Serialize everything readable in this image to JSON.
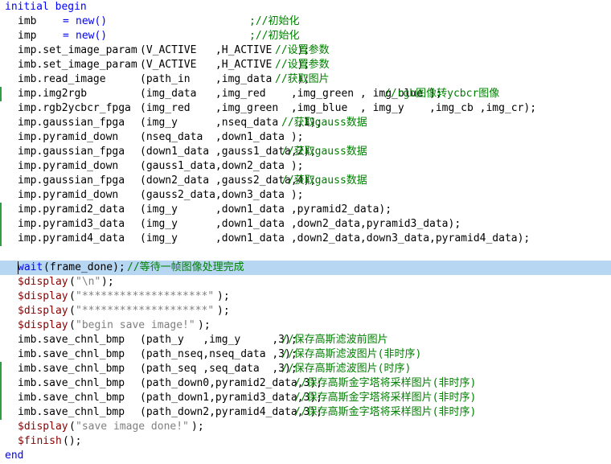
{
  "editor": {
    "lines": [
      {
        "segments": [
          {
            "t": "initial begin",
            "c": "kw",
            "col": 0
          }
        ]
      },
      {
        "segments": [
          {
            "t": "imb",
            "c": "",
            "col": 2
          },
          {
            "t": "=",
            "c": "kw",
            "col": 9
          },
          {
            "t": "new()",
            "c": "kw",
            "col": 11
          },
          {
            "t": ";//初始化",
            "c": "cm",
            "col": 38
          }
        ]
      },
      {
        "segments": [
          {
            "t": "imp",
            "c": "",
            "col": 2
          },
          {
            "t": "=",
            "c": "kw",
            "col": 9
          },
          {
            "t": "new()",
            "c": "kw",
            "col": 11
          },
          {
            "t": ";//初始化",
            "c": "cm",
            "col": 38
          }
        ]
      },
      {
        "segments": [
          {
            "t": "imp.set_image_param",
            "c": "",
            "col": 2
          },
          {
            "t": "(V_ACTIVE   ,H_ACTIVE    );",
            "c": "",
            "col": 21
          },
          {
            "t": "//设置参数",
            "c": "cm",
            "col": 42
          }
        ]
      },
      {
        "segments": [
          {
            "t": "imb.set_image_param",
            "c": "",
            "col": 2
          },
          {
            "t": "(V_ACTIVE   ,H_ACTIVE    );",
            "c": "",
            "col": 21
          },
          {
            "t": "//设置参数",
            "c": "cm",
            "col": 42
          }
        ]
      },
      {
        "segments": [
          {
            "t": "imb.read_image",
            "c": "",
            "col": 2
          },
          {
            "t": "(path_in    ,img_data    );",
            "c": "",
            "col": 21
          },
          {
            "t": "//获取图片",
            "c": "cm",
            "col": 42
          }
        ]
      },
      {
        "segments": [
          {
            "t": "imp.img2rgb",
            "c": "",
            "col": 2
          },
          {
            "t": "(img_data   ,img_red    ,img_green , img_blue );",
            "c": "",
            "col": 21
          },
          {
            "t": "//rgb图像转ycbcr图像",
            "c": "cm",
            "col": 59
          }
        ]
      },
      {
        "segments": [
          {
            "t": "imp.rgb2ycbcr_fpga",
            "c": "",
            "col": 2
          },
          {
            "t": "(img_red    ,img_green  ,img_blue  , img_y    ,img_cb ,img_cr);",
            "c": "",
            "col": 21
          }
        ]
      },
      {
        "segments": [
          {
            "t": "imp.gaussian_fpga",
            "c": "",
            "col": 2
          },
          {
            "t": "(img_y      ,nseq_data   ,1);",
            "c": "",
            "col": 21
          },
          {
            "t": "//获取gauss数据",
            "c": "cm",
            "col": 43
          }
        ]
      },
      {
        "segments": [
          {
            "t": "imp.pyramid_down",
            "c": "",
            "col": 2
          },
          {
            "t": "(nseq_data  ,down1_data );",
            "c": "",
            "col": 21
          }
        ]
      },
      {
        "segments": [
          {
            "t": "imp.gaussian_fpga",
            "c": "",
            "col": 2
          },
          {
            "t": "(down1_data ,gauss1_data,2);",
            "c": "",
            "col": 21
          },
          {
            "t": "//获取gauss数据",
            "c": "cm",
            "col": 43
          }
        ]
      },
      {
        "segments": [
          {
            "t": "imp.pyramid_down",
            "c": "",
            "col": 2
          },
          {
            "t": "(gauss1_data,down2_data );",
            "c": "",
            "col": 21
          }
        ]
      },
      {
        "segments": [
          {
            "t": "imp.gaussian_fpga",
            "c": "",
            "col": 2
          },
          {
            "t": "(down2_data ,gauss2_data,4);",
            "c": "",
            "col": 21
          },
          {
            "t": "//获取gauss数据",
            "c": "cm",
            "col": 43
          }
        ]
      },
      {
        "segments": [
          {
            "t": "imp.pyramid_down",
            "c": "",
            "col": 2
          },
          {
            "t": "(gauss2_data,down3_data );",
            "c": "",
            "col": 21
          }
        ]
      },
      {
        "segments": [
          {
            "t": "imp.pyramid2_data",
            "c": "",
            "col": 2
          },
          {
            "t": "(img_y      ,down1_data ,pyramid2_data);",
            "c": "",
            "col": 21
          }
        ]
      },
      {
        "segments": [
          {
            "t": "imp.pyramid3_data",
            "c": "",
            "col": 2
          },
          {
            "t": "(img_y      ,down1_data ,down2_data,pyramid3_data);",
            "c": "",
            "col": 21
          }
        ]
      },
      {
        "segments": [
          {
            "t": "imp.pyramid4_data",
            "c": "",
            "col": 2
          },
          {
            "t": "(img_y      ,down1_data ,down2_data,down3_data,pyramid4_data);",
            "c": "",
            "col": 21
          }
        ]
      },
      {
        "segments": []
      },
      {
        "segments": [
          {
            "t": "wait",
            "c": "kw",
            "col": 2
          },
          {
            "t": "(frame_done);",
            "c": "",
            "col": 6
          },
          {
            "t": "//等待一帧图像处理完成",
            "c": "cm",
            "col": 19
          }
        ],
        "highlight": true
      },
      {
        "segments": [
          {
            "t": "$display",
            "c": "sys",
            "col": 2
          },
          {
            "t": "(",
            "c": "",
            "col": 10
          },
          {
            "t": "\"\\n\"",
            "c": "st",
            "col": 11
          },
          {
            "t": ");",
            "c": "",
            "col": 15
          }
        ]
      },
      {
        "segments": [
          {
            "t": "$display",
            "c": "sys",
            "col": 2
          },
          {
            "t": "(",
            "c": "",
            "col": 10
          },
          {
            "t": "\"********************\"",
            "c": "st",
            "col": 11
          },
          {
            "t": ");",
            "c": "",
            "col": 33
          }
        ]
      },
      {
        "segments": [
          {
            "t": "$display",
            "c": "sys",
            "col": 2
          },
          {
            "t": "(",
            "c": "",
            "col": 10
          },
          {
            "t": "\"********************\"",
            "c": "st",
            "col": 11
          },
          {
            "t": ");",
            "c": "",
            "col": 33
          }
        ]
      },
      {
        "segments": [
          {
            "t": "$display",
            "c": "sys",
            "col": 2
          },
          {
            "t": "(",
            "c": "",
            "col": 10
          },
          {
            "t": "\"begin save image!\"",
            "c": "st",
            "col": 11
          },
          {
            "t": ");",
            "c": "",
            "col": 30
          }
        ]
      },
      {
        "segments": [
          {
            "t": "imb.save_chnl_bmp",
            "c": "",
            "col": 2
          },
          {
            "t": "(path_y   ,img_y     ,3);",
            "c": "",
            "col": 21
          },
          {
            "t": "//保存高斯滤波前图片",
            "c": "cm",
            "col": 43
          }
        ]
      },
      {
        "segments": [
          {
            "t": "imb.save_chnl_bmp",
            "c": "",
            "col": 2
          },
          {
            "t": "(path_nseq,nseq_data ,3);",
            "c": "",
            "col": 21
          },
          {
            "t": "//保存高斯滤波图片(非时序)",
            "c": "cm",
            "col": 43
          }
        ]
      },
      {
        "segments": [
          {
            "t": "imb.save_chnl_bmp",
            "c": "",
            "col": 2
          },
          {
            "t": "(path_seq ,seq_data  ,3);",
            "c": "",
            "col": 21
          },
          {
            "t": "//保存高斯滤波图片(时序)",
            "c": "cm",
            "col": 43
          }
        ]
      },
      {
        "segments": [
          {
            "t": "imb.save_chnl_bmp",
            "c": "",
            "col": 2
          },
          {
            "t": "(path_down0,pyramid2_data,3);",
            "c": "",
            "col": 21
          },
          {
            "t": "//保存高斯金字塔将采样图片(非时序)",
            "c": "cm",
            "col": 45
          }
        ]
      },
      {
        "segments": [
          {
            "t": "imb.save_chnl_bmp",
            "c": "",
            "col": 2
          },
          {
            "t": "(path_down1,pyramid3_data,3);",
            "c": "",
            "col": 21
          },
          {
            "t": "//保存高斯金字塔将采样图片(非时序)",
            "c": "cm",
            "col": 45
          }
        ]
      },
      {
        "segments": [
          {
            "t": "imb.save_chnl_bmp",
            "c": "",
            "col": 2
          },
          {
            "t": "(path_down2,pyramid4_data,3);",
            "c": "",
            "col": 21
          },
          {
            "t": "//保存高斯金字塔将采样图片(非时序)",
            "c": "cm",
            "col": 45
          }
        ]
      },
      {
        "segments": [
          {
            "t": "$display",
            "c": "sys",
            "col": 2
          },
          {
            "t": "(",
            "c": "",
            "col": 10
          },
          {
            "t": "\"save image done!\"",
            "c": "st",
            "col": 11
          },
          {
            "t": ");",
            "c": "",
            "col": 29
          }
        ]
      },
      {
        "segments": [
          {
            "t": "$finish",
            "c": "sys",
            "col": 2
          },
          {
            "t": "();",
            "c": "",
            "col": 9
          }
        ]
      },
      {
        "segments": [
          {
            "t": "end",
            "c": "kw",
            "col": 0
          }
        ]
      }
    ],
    "change_markers": [
      6,
      14,
      15,
      16,
      25,
      26,
      27,
      28
    ],
    "colors": {
      "keyword": "#0000ff",
      "comment": "#008000",
      "string": "#808080",
      "system_task": "#8b0000",
      "current_line": "#b6d6f2",
      "change_marker": "#2ea043"
    }
  }
}
